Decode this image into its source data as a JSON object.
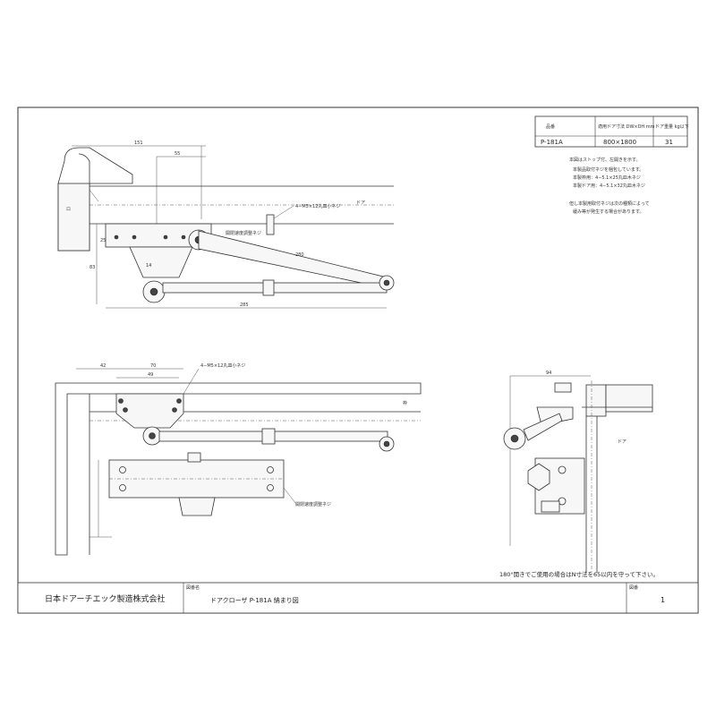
{
  "spec_table": {
    "headers": [
      "品番",
      "適用ドア寸法 DW×DH mm",
      "ドア重量 kg以下"
    ],
    "row": [
      "P-181A",
      "800×1800",
      "31"
    ]
  },
  "notes": [
    "本図はストップ付、左開きを示す。",
    "本製品取付ネジを梱包しています。",
    "本製枠用：4−5.1×25丸皿木ネジ",
    "本製ドア用：4−5.1×32丸皿木ネジ",
    "但し本製用取付ネジは次の種類によって",
    "緩み等が発生する場合があります。"
  ],
  "footer_note": "180°開きでご使用の場合はN寸法を65以内を守って下さい。",
  "title_block": {
    "company": "日本ドアーチエック製造株式会社",
    "drawing_label": "図番名",
    "drawing_title": "ドアクローザ P-181A 納まり図",
    "sheet_label": "図番",
    "sheet_number": "1"
  },
  "dimensions": {
    "top_151": "151",
    "top_55": "55",
    "left_25": "25",
    "left_83": "83",
    "long_285": "285",
    "arm_280": "280",
    "bottom_42": "42",
    "bottom_70": "70",
    "bottom_49": "49",
    "side_94": "94"
  },
  "callouts": {
    "screw_1": "4−M5×12丸皿小ネジ",
    "screw_2": "4−M5×12丸皿小ネジ",
    "bracket_1": "開閉速度調整ネジ",
    "bracket_2": "開閉速度調整ネジ",
    "door_label_1": "ドア",
    "door_label_2": "ドア",
    "frame_label": "枠"
  }
}
